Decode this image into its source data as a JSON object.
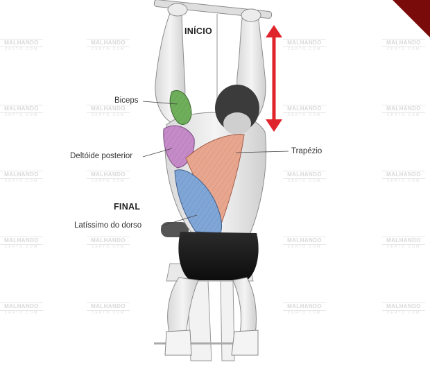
{
  "figure": {
    "headings": {
      "start": "INÍCIO",
      "end": "FINAL"
    },
    "labels": {
      "biceps": "Biceps",
      "posterior_deltoid": "Deltóide posterior",
      "trapezius": "Trapézio",
      "latissimus": "Latíssimo do dorso"
    },
    "motion_arrow_color": "#e0242c",
    "muscle_colors": {
      "biceps": "#6fae5a",
      "posterior_deltoid": "#c58ac8",
      "trapezius": "#e9a68e",
      "latissimus": "#7fa6d6"
    }
  },
  "watermark": {
    "brand": "MALHANDO",
    "sub": "CERTO.COM"
  },
  "corner_badge": {
    "color": "#7a0b0b"
  }
}
